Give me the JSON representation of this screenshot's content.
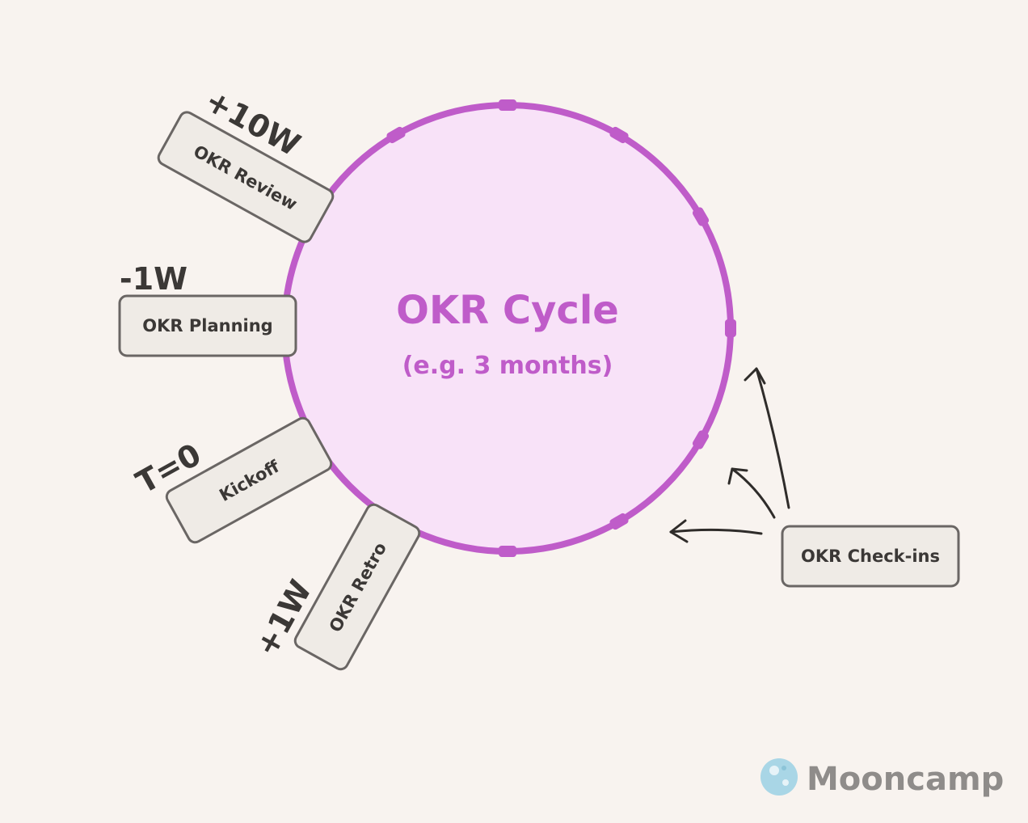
{
  "cycle": {
    "title": "OKR Cycle",
    "subtitle": "(e.g. 3 months)"
  },
  "events": [
    {
      "id": "review",
      "label": "OKR Review",
      "offset": "+10W"
    },
    {
      "id": "planning",
      "label": "OKR Planning",
      "offset": "-1W"
    },
    {
      "id": "kickoff",
      "label": "Kickoff",
      "offset": "T=0"
    },
    {
      "id": "retro",
      "label": "OKR Retro",
      "offset": "+1W"
    }
  ],
  "checkins": {
    "label": "OKR Check-ins"
  },
  "brand": {
    "name": "Mooncamp",
    "logo_icon": "moon-logo-icon"
  },
  "colors": {
    "circle_fill": "#f8e2f8",
    "circle_stroke": "#bf5cc9",
    "box_fill": "#efebe6",
    "box_stroke": "#6a6664",
    "text_dark": "#3b3836",
    "background": "#f8f3ef"
  }
}
